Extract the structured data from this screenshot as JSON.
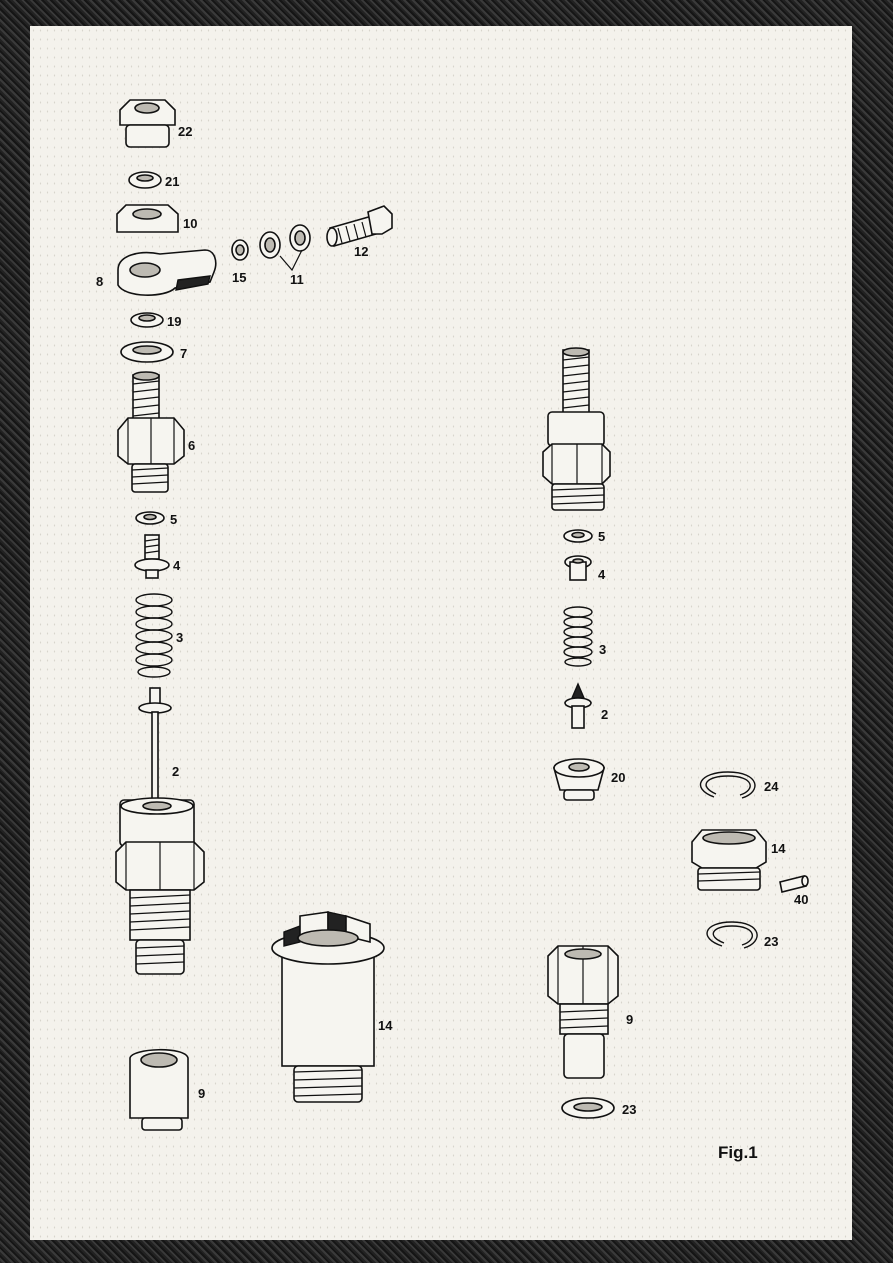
{
  "labels": {
    "l22": "22",
    "l21": "21",
    "l10": "10",
    "l8": "8",
    "l15": "15",
    "l11": "11",
    "l12": "12",
    "l19": "19",
    "l7": "7",
    "l6": "6",
    "l5": "5",
    "l4": "4",
    "l3": "3",
    "l2": "2",
    "l9": "9",
    "l14": "14",
    "r5": "5",
    "r4": "4",
    "r3": "3",
    "r2": "2",
    "r20": "20",
    "r9": "9",
    "r23": "23",
    "s24": "24",
    "s14": "14",
    "s40": "40",
    "s23": "23"
  },
  "caption": "Fig.1"
}
